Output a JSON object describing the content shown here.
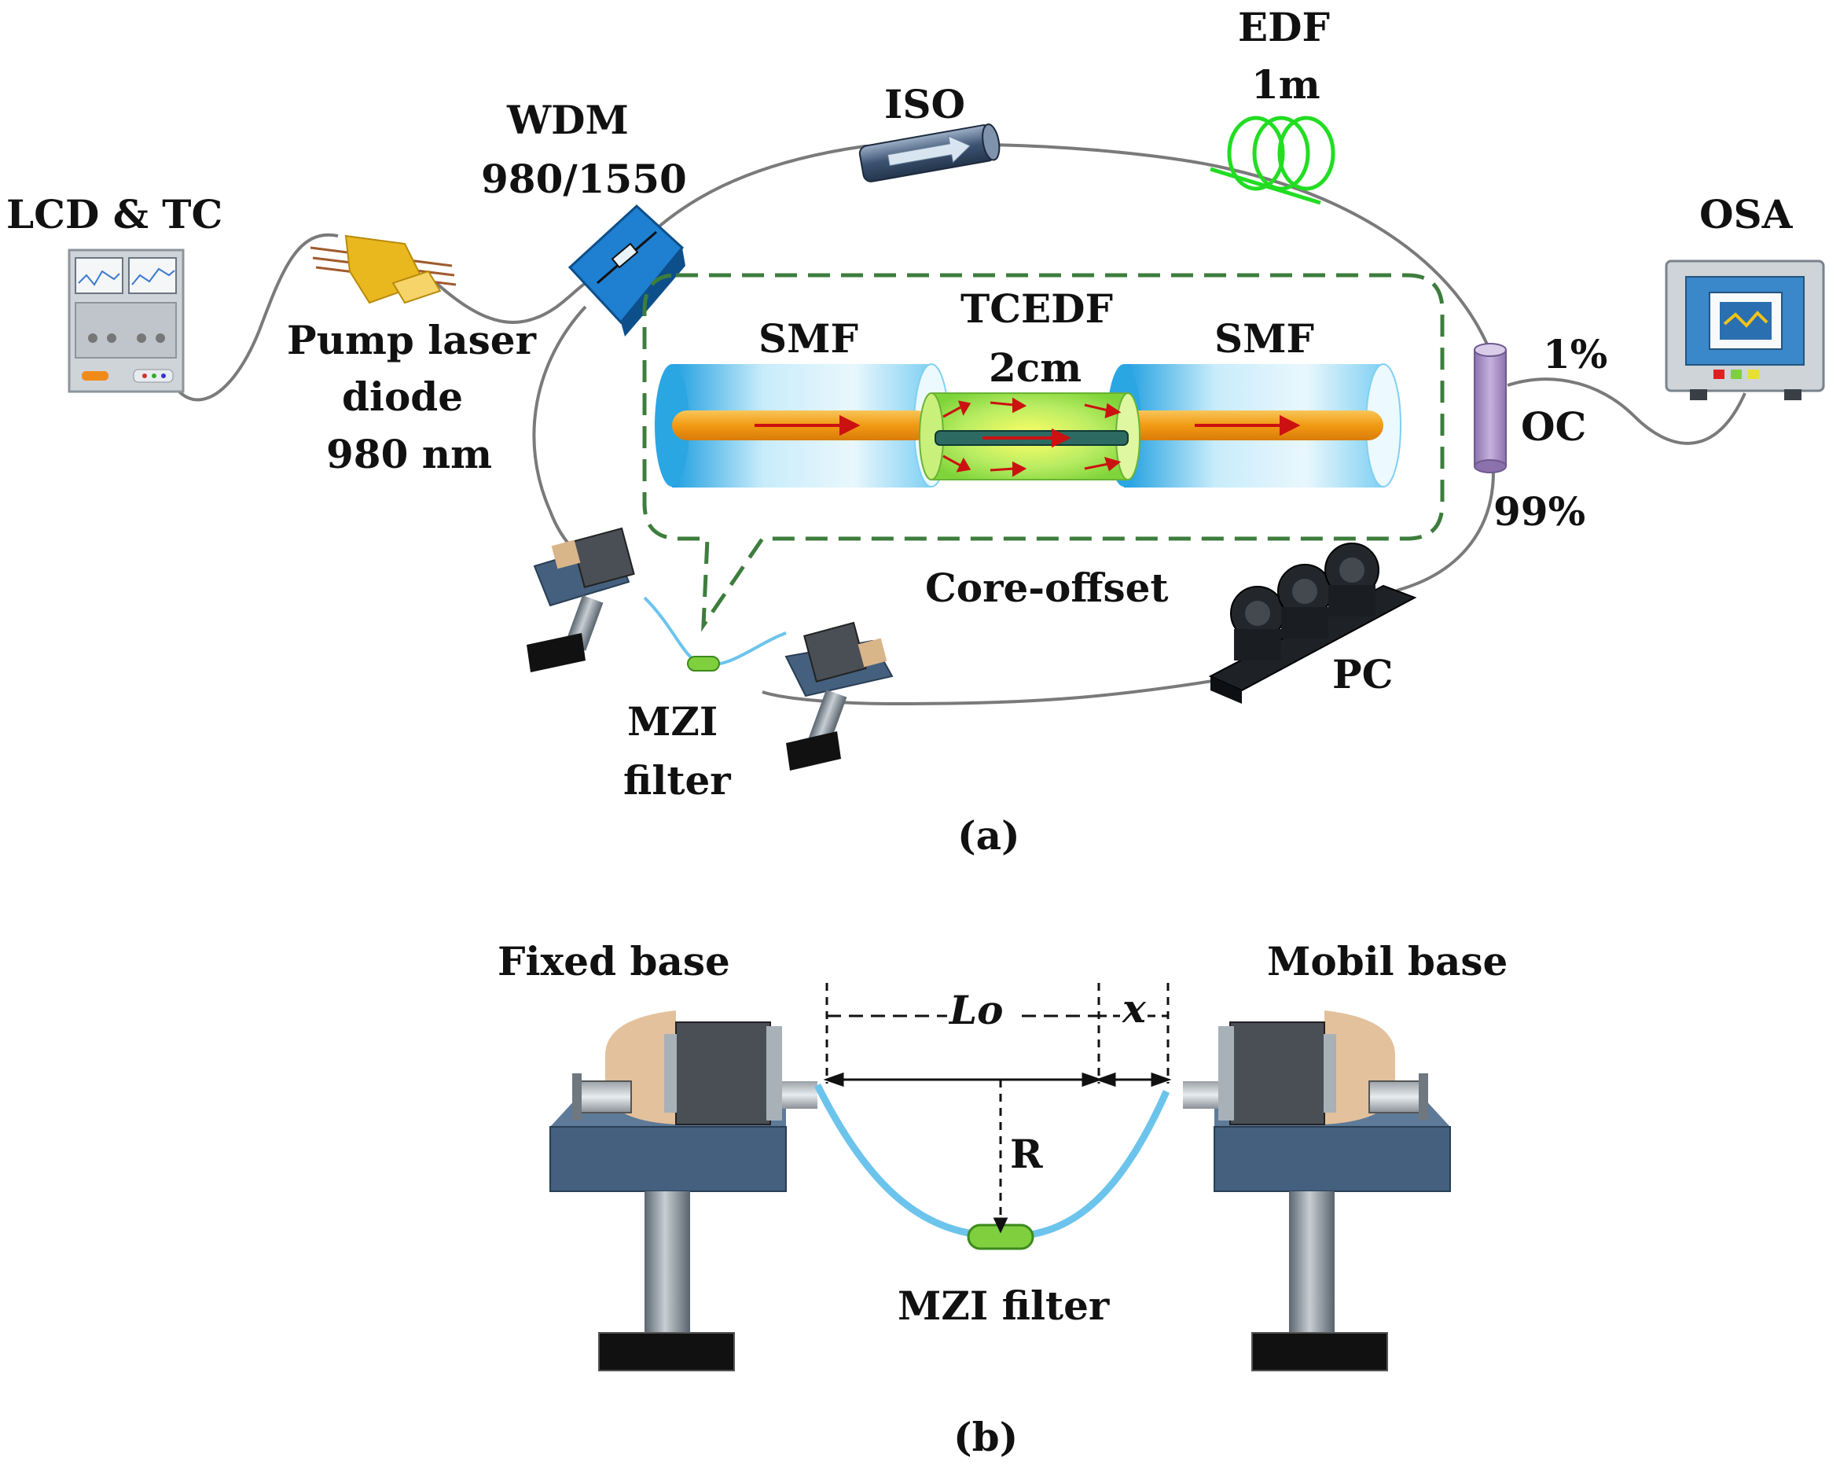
{
  "panel_a": {
    "caption": "(a)",
    "lcd": {
      "label": "LCD & TC"
    },
    "pump": {
      "line1": "Pump laser",
      "line2": "diode",
      "line3": "980 nm"
    },
    "wdm": {
      "line1": "WDM",
      "line2": "980/1550"
    },
    "iso": {
      "label": "ISO"
    },
    "edf": {
      "line1": "EDF",
      "line2": "1m"
    },
    "osa": {
      "label": "OSA"
    },
    "oc": {
      "label": "OC",
      "out_pct": "1%",
      "loop_pct": "99%"
    },
    "pc": {
      "label": "PC"
    },
    "mzi": {
      "line1": "MZI",
      "line2": "filter"
    },
    "inset": {
      "smf_left": "SMF",
      "tcedf_line1": "TCEDF",
      "tcedf_line2": "2cm",
      "smf_right": "SMF",
      "offset_label": "Core-offset"
    }
  },
  "panel_b": {
    "caption": "(b)",
    "fixed_base": "Fixed base",
    "mobile_base": "Mobil base",
    "lo_label": "Lo",
    "x_label": "x",
    "r_label": "R",
    "mzi_label": "MZI filter"
  },
  "colors": {
    "fiber": "#7a7a7a",
    "edf_green": "#22dd22",
    "smf_blue": "#6cc4ec",
    "core_orange": "#f2a21a",
    "arrow_red": "#cc1111",
    "inset_border": "#3d7d3d",
    "mzi_green": "#7fcf3f",
    "stage_blue": "#44607e",
    "oc_purple": "#a98fc6"
  }
}
